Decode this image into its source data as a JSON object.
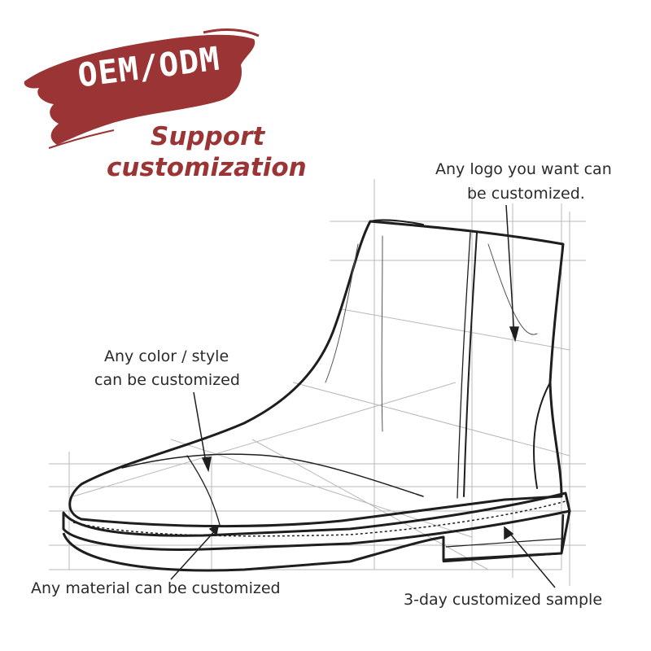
{
  "badge": {
    "text": "OEM/ODM",
    "brush_color": "#9b3434",
    "text_color": "#ffffff"
  },
  "headline": {
    "line1": "Support",
    "line2": "customization",
    "color": "#9b3434"
  },
  "callouts": {
    "logo": {
      "line1": "Any logo you want can",
      "line2": "be customized."
    },
    "color_style": {
      "line1": "Any color / style",
      "line2": "can be customized"
    },
    "material": {
      "text": "Any material can be customized"
    },
    "sample": {
      "text": "3-day customized sample"
    }
  },
  "illustration": {
    "subject": "ankle-boot-sketch"
  }
}
